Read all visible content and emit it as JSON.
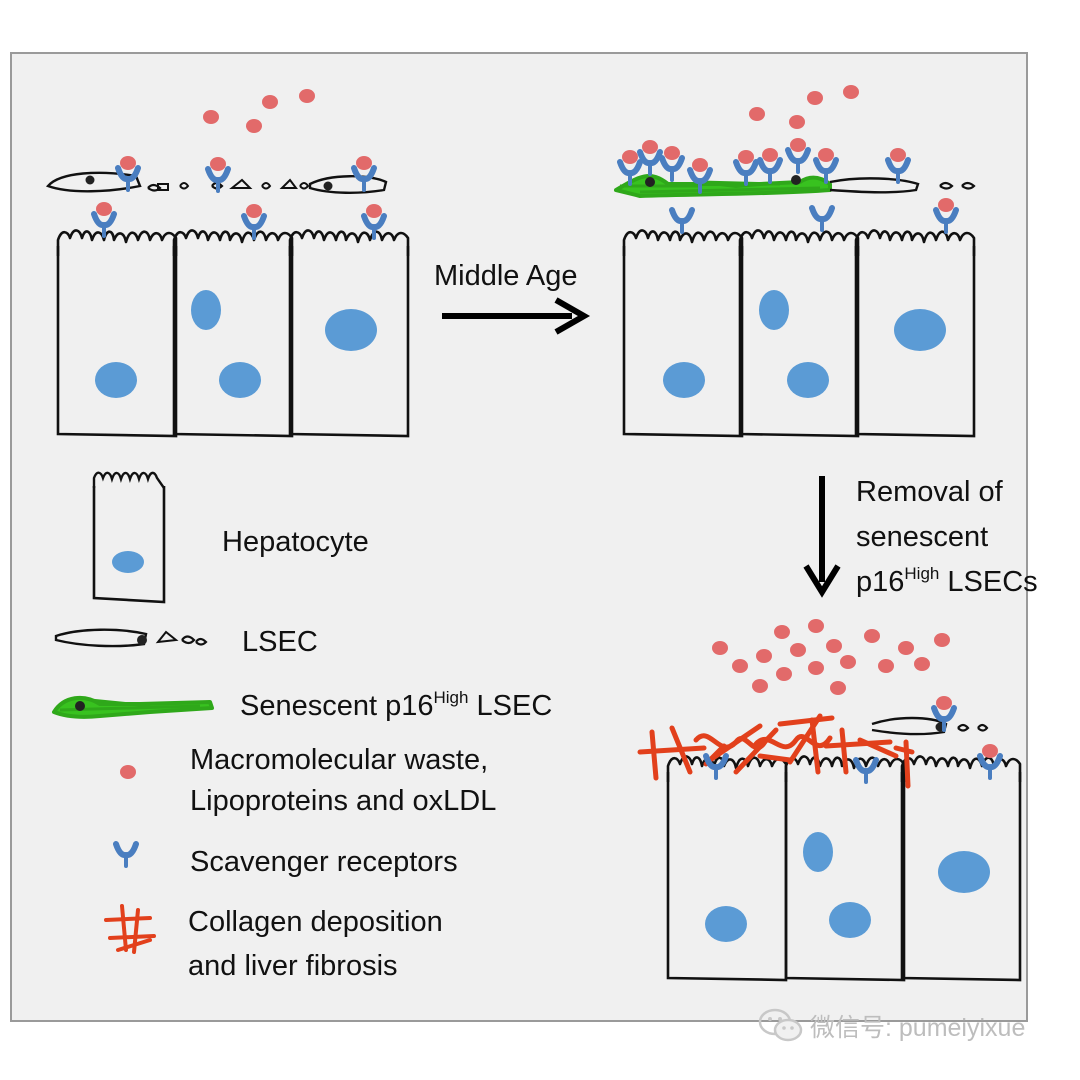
{
  "arrow_middle_age": "Middle Age",
  "arrow_removal": {
    "line1": "Removal of",
    "line2": "senescent",
    "line3_pre": "p16",
    "line3_sup": "High",
    "line3_post": " LSECs"
  },
  "legend": {
    "hepatocyte": "Hepatocyte",
    "lsec": "LSEC",
    "senescent_pre": "Senescent p16",
    "senescent_sup": "High",
    "senescent_post": " LSEC",
    "waste_line1": "Macromolecular waste,",
    "waste_line2": "Lipoproteins and oxLDL",
    "receptors": "Scavenger receptors",
    "collagen_line1": "Collagen deposition",
    "collagen_line2": "and liver fibrosis"
  },
  "watermark": "微信号: pumeiyixue",
  "colors": {
    "waste_particle": "#e26a6a",
    "nucleus": "#5b9bd5",
    "receptor": "#4a7ec0",
    "senescent_lsec": "#38c21f",
    "collagen": "#e2401c"
  },
  "icons": [
    "hepatocyte-icon",
    "lsec-icon",
    "senescent-lsec-icon",
    "waste-particle-icon",
    "scavenger-receptor-icon",
    "collagen-icon",
    "wechat-icon"
  ]
}
